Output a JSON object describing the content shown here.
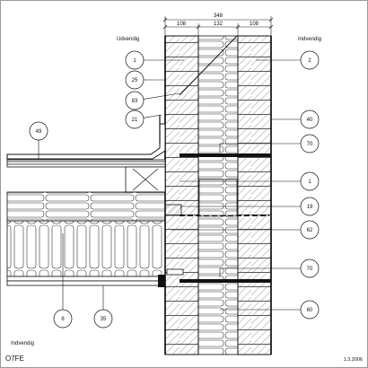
{
  "drawing": {
    "code": "O7FE",
    "date": "1.3.2006",
    "side_outside": "Udvendig",
    "side_inside": "Indvendig",
    "bottom_left_label": "Indvendig"
  },
  "dimensions": {
    "total": "348",
    "left": "108",
    "middle": "132",
    "right": "108"
  },
  "callouts": [
    {
      "id": "c-1a",
      "label": "1"
    },
    {
      "id": "c-2",
      "label": "2"
    },
    {
      "id": "c-25",
      "label": "25"
    },
    {
      "id": "c-83",
      "label": "83"
    },
    {
      "id": "c-21",
      "label": "21"
    },
    {
      "id": "c-40",
      "label": "40"
    },
    {
      "id": "c-49",
      "label": "49"
    },
    {
      "id": "c-70a",
      "label": "70"
    },
    {
      "id": "c-1b",
      "label": "1"
    },
    {
      "id": "c-19",
      "label": "19"
    },
    {
      "id": "c-62",
      "label": "62"
    },
    {
      "id": "c-70b",
      "label": "70"
    },
    {
      "id": "c-60",
      "label": "60"
    },
    {
      "id": "c-8",
      "label": "8"
    },
    {
      "id": "c-35",
      "label": "35"
    }
  ]
}
